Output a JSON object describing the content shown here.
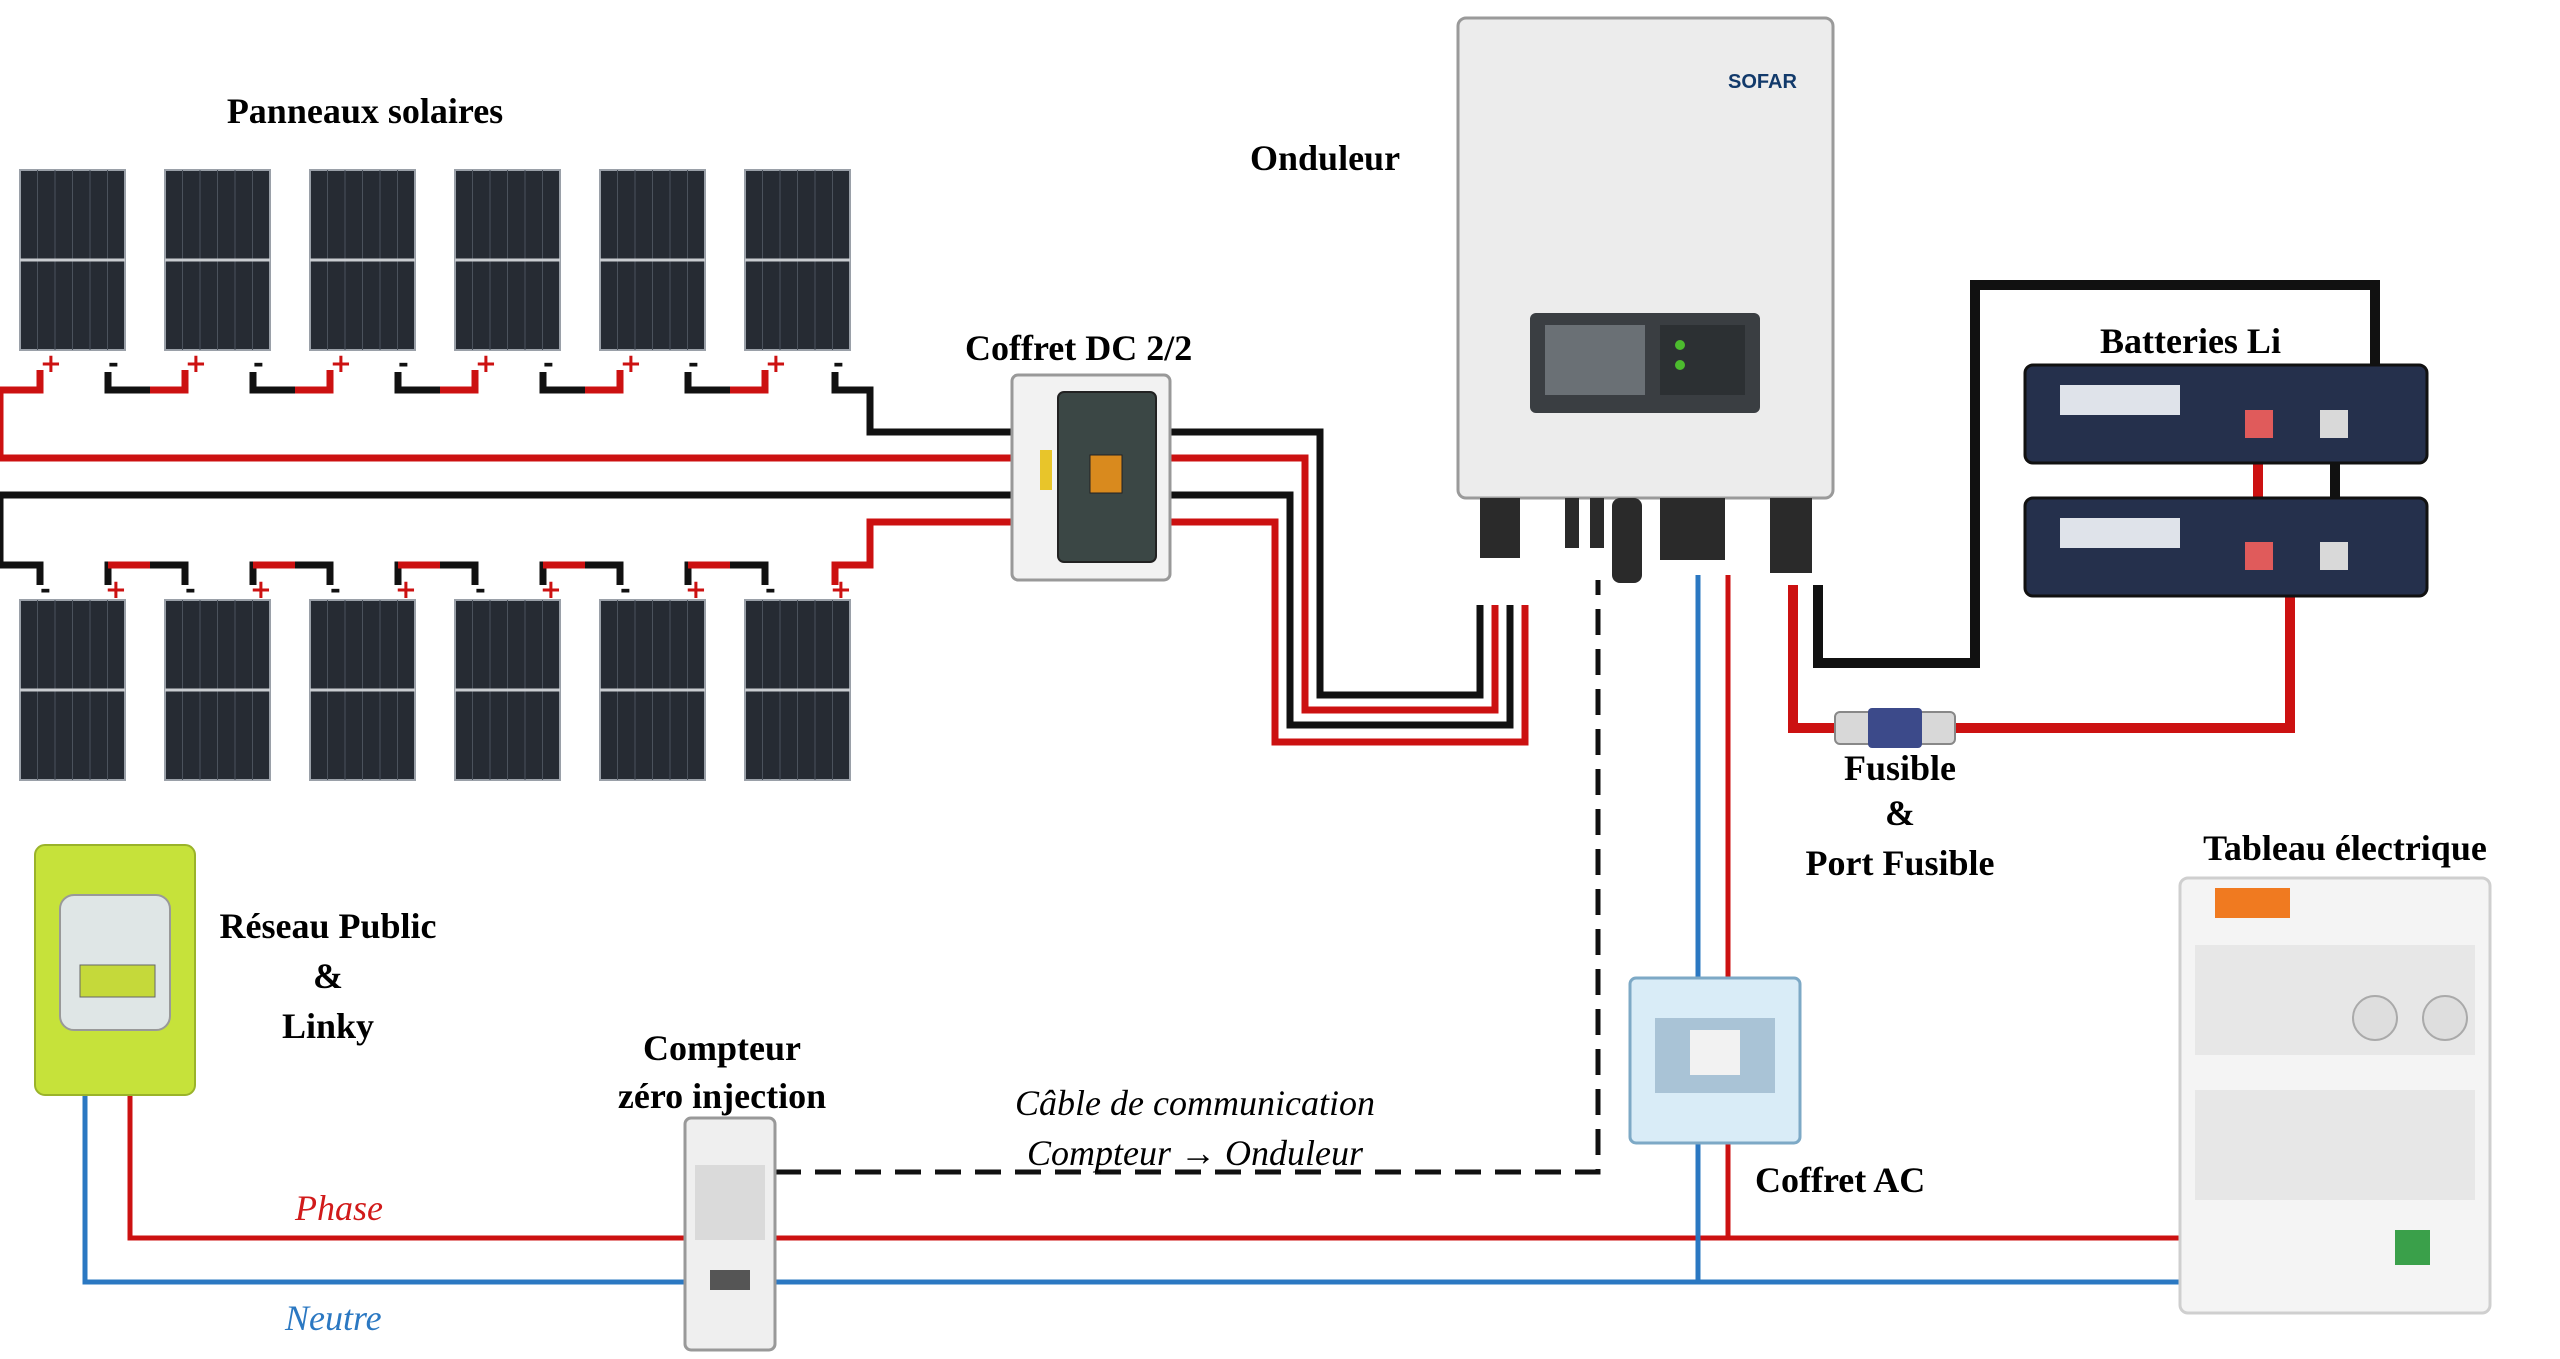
{
  "labels": {
    "panels": "Panneaux solaires",
    "inverter": "Onduleur",
    "dc_box": "Coffret DC 2/2",
    "batteries": "Batteries Li",
    "fuse_line1": "Fusible",
    "fuse_line2": "&",
    "fuse_line3": "Port Fusible",
    "panel_board": "Tableau électrique",
    "grid_line1": "Réseau Public",
    "grid_line2": "&",
    "grid_line3": "Linky",
    "meter_line1": "Compteur",
    "meter_line2": "zéro injection",
    "comm_line1": "Câble de communication",
    "comm_line2": "Compteur → Onduleur",
    "ac_box": "Coffret AC",
    "phase": "Phase",
    "neutral": "Neutre"
  },
  "inverter_brand": "SOFAR",
  "terminal_plus": "+",
  "terminal_minus": "-",
  "panel_rows": 2,
  "panels_per_row": 6,
  "colors": {
    "positive": "#cc1111",
    "negative": "#111111",
    "neutral": "#2b78c2",
    "phase_text": "#d11a1a",
    "neutral_text": "#2b78c2",
    "linky": "#c6e23a",
    "panel_cell": "#262b33"
  }
}
